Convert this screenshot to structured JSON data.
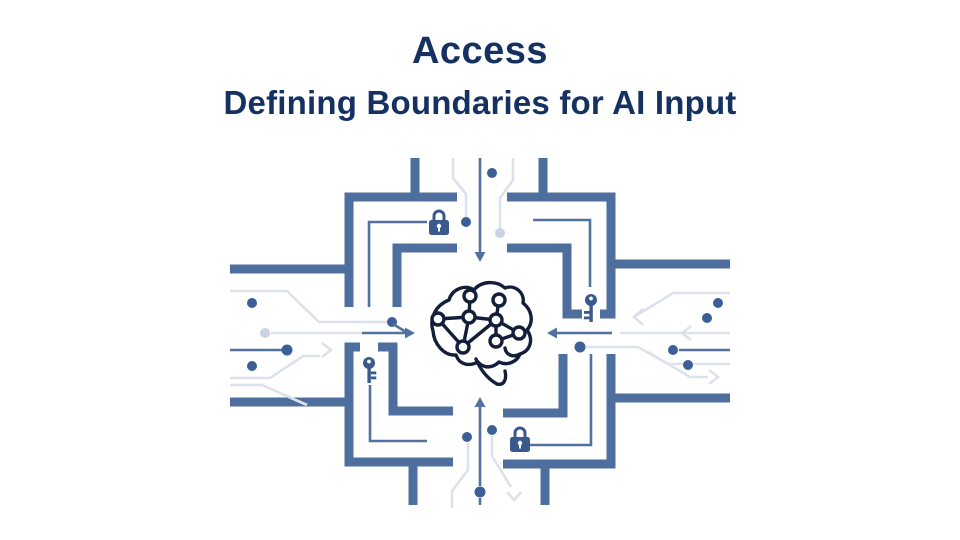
{
  "slide": {
    "title": "Access",
    "subtitle": "Defining Boundaries for AI Input"
  },
  "palette": {
    "background": "#ffffff",
    "navy_text": "#153162",
    "slate_thick": "#4e6f9e",
    "slate_thin": "#53719f",
    "light_line": "#dde1ea",
    "light_dot": "#cbd3e2",
    "dot_dark": "#3c5f97",
    "icon_navy": "#3a5a8e",
    "brain_navy": "#131e3a"
  },
  "illustration": {
    "description": "AI brain guarded by circuit-board maze with locks and keys; arrows feed input inward from all four sides",
    "icon_names": [
      "brain-network-icon",
      "lock-icon",
      "key-icon",
      "inward-arrow",
      "circuit-trace"
    ]
  }
}
